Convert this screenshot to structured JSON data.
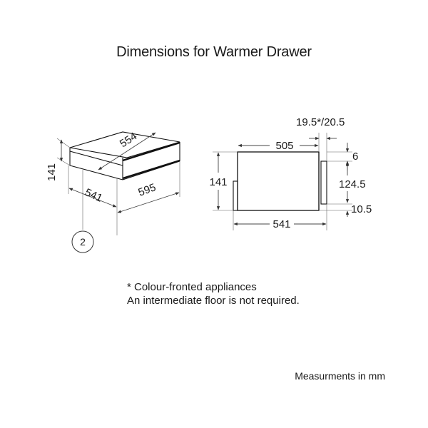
{
  "title": "Dimensions for Warmer Drawer",
  "perspective_view": {
    "depth_top": "554",
    "height": "141",
    "width_front": "595",
    "depth_side": "541",
    "callout": "2"
  },
  "side_view": {
    "gap_top": "19.5*/20.5",
    "inner_depth": "505",
    "height": "141",
    "offset_top": "6",
    "front_height": "124.5",
    "offset_bottom": "10.5",
    "total_depth": "541"
  },
  "notes": {
    "line1": "* Colour-fronted appliances",
    "line2": "An intermediate floor is not required."
  },
  "units": "Measurments in mm"
}
